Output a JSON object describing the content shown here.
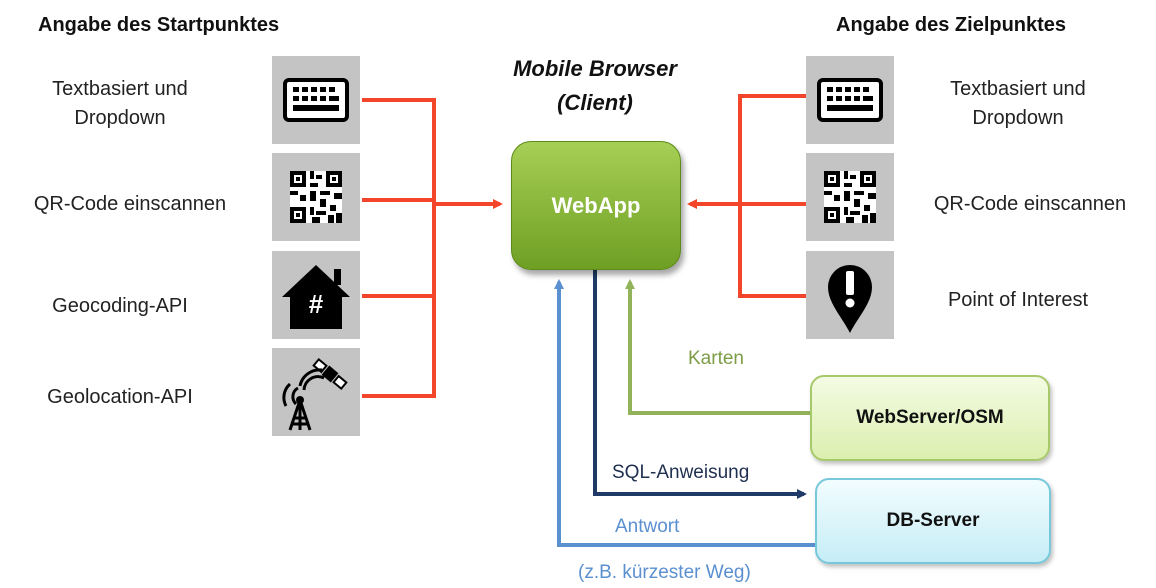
{
  "headings": {
    "start": "Angabe des Startpunktes",
    "target": "Angabe des Zielpunktes"
  },
  "client": {
    "title_line1": "Mobile Browser",
    "title_line2": "(Client)",
    "app_label": "WebApp"
  },
  "start_inputs": [
    {
      "label_line1": "Textbasiert und",
      "label_line2": "Dropdown",
      "icon": "keyboard-icon"
    },
    {
      "label_line1": "QR-Code einscannen",
      "label_line2": "",
      "icon": "qr-code-icon"
    },
    {
      "label_line1": "Geocoding-API",
      "label_line2": "",
      "icon": "house-number-icon"
    },
    {
      "label_line1": "Geolocation-API",
      "label_line2": "",
      "icon": "satellite-antenna-icon"
    }
  ],
  "target_inputs": [
    {
      "label_line1": "Textbasiert und",
      "label_line2": "Dropdown",
      "icon": "keyboard-icon"
    },
    {
      "label_line1": "QR-Code einscannen",
      "label_line2": "",
      "icon": "qr-code-icon"
    },
    {
      "label_line1": "Point of Interest",
      "label_line2": "",
      "icon": "map-pin-icon"
    }
  ],
  "servers": {
    "webserver": "WebServer/OSM",
    "db": "DB-Server"
  },
  "flows": {
    "maps": "Karten",
    "sql": "SQL-Anweisung",
    "answer": "Antwort",
    "answer_note": "(z.B. kürzester Weg)"
  },
  "colors": {
    "input_arrows": "#f2452a",
    "maps_arrow": "#93b35a",
    "sql_arrow": "#1f3a66",
    "answer_arrow": "#5a8fd0",
    "webapp": "#8dbb3c",
    "tile": "#c4c4c4"
  }
}
